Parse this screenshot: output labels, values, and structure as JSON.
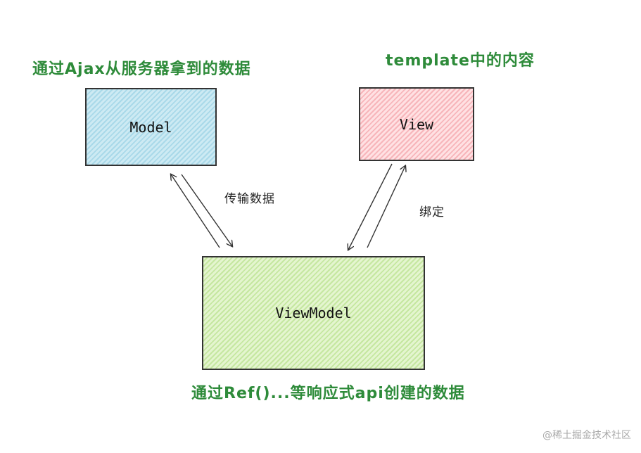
{
  "model": {
    "caption": "通过Ajax从服务器拿到的数据",
    "label": "Model"
  },
  "view": {
    "caption": "template中的内容",
    "label": "View"
  },
  "viewmodel": {
    "caption": "通过Ref()...等响应式api创建的数据",
    "label": "ViewModel"
  },
  "edges": {
    "model_vm_label": "传输数据",
    "view_vm_label": "绑定"
  },
  "watermark": "@稀土掘金技术社区",
  "colors": {
    "caption_green": "#2e8b3a",
    "model_fill": "#a9d9e9",
    "view_fill": "#f7b5ba",
    "viewmodel_fill": "#c5e7a0"
  }
}
